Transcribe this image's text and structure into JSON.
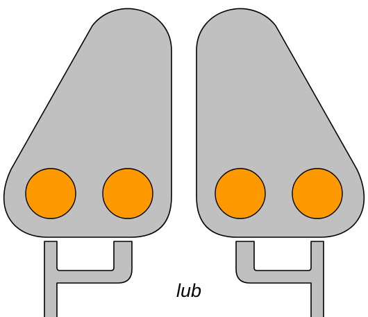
{
  "caption": "lub",
  "colors": {
    "background": "#ffffff",
    "signal_body": "#c0c0c0",
    "outline": "#000000",
    "lamp": "#ff9900"
  },
  "signals": [
    {
      "name": "left-signal",
      "lamps": 2
    },
    {
      "name": "right-signal",
      "lamps": 2
    }
  ]
}
